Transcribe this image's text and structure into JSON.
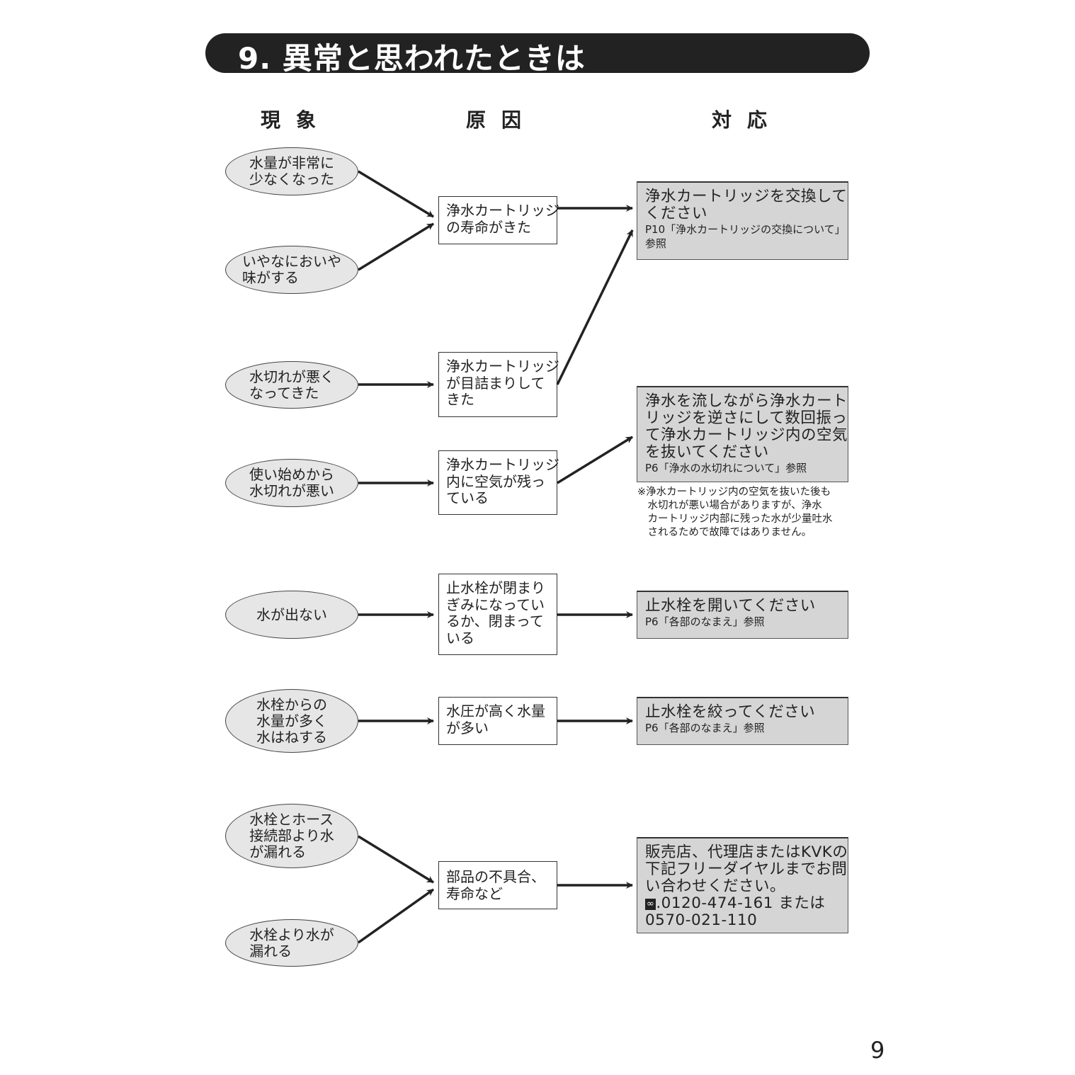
{
  "title": "9.  異常と思われたときは",
  "columns": {
    "phenomenon": "現象",
    "cause": "原因",
    "remedy": "対応"
  },
  "phenomena": [
    "水量が非常に\n少なくなった",
    "いやなにおいや\n味がする",
    "水切れが悪く\nなってきた",
    "使い始めから\n水切れが悪い",
    "水が出ない",
    "水栓からの\n水量が多く\n水はねする",
    "水栓とホース\n接続部より水\nが漏れる",
    "水栓より水が\n漏れる"
  ],
  "causes": [
    "浄水カートリッジ\nの寿命がきた",
    "浄水カートリッジ\nが目詰まりして\nきた",
    "浄水カートリッジ\n内に空気が残っ\nている",
    "止水栓が閉まり\nぎみになってい\nるか、閉まって\nいる",
    "水圧が高く水量\nが多い",
    "部品の不具合、\n寿命など"
  ],
  "remedies": [
    {
      "main": "浄水カートリッジを交換して\nください",
      "ref": "P10「浄水カートリッジの交換について」\n参照"
    },
    {
      "main": "浄水を流しながら浄水カート\nリッジを逆さにして数回振っ\nて浄水カートリッジ内の空気\nを抜いてください",
      "ref": "P6「浄水の水切れについて」参照"
    },
    {
      "main": "止水栓を開いてください",
      "ref": "P6「各部のなまえ」参照"
    },
    {
      "main": "止水栓を絞ってください",
      "ref": "P6「各部のなまえ」参照"
    },
    {
      "main": "販売店、代理店またはKVKの\n下記フリーダイヤルまでお問\nい合わせください。",
      "tel_icon": "free-dial-icon",
      "tel": ".0120-474-161 または\n0570-021-110"
    }
  ],
  "note": "※浄水カートリッジ内の空気を抜いた後も\n　水切れが悪い場合がありますが、浄水\n　カートリッジ内部に残った水が少量吐水\n　されるためで故障ではありません。",
  "page_number": "9"
}
